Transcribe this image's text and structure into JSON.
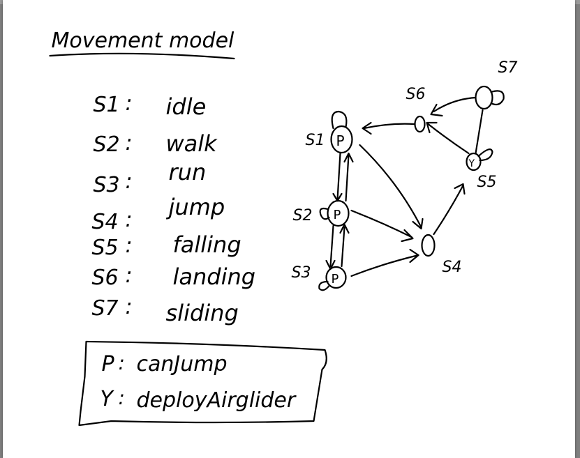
{
  "title": "Movement model",
  "states": [
    {
      "id": "S1",
      "label": "idle"
    },
    {
      "id": "S2",
      "label": "walk"
    },
    {
      "id": "S3",
      "label": "run"
    },
    {
      "id": "S4",
      "label": "jump"
    },
    {
      "id": "S5",
      "label": "falling"
    },
    {
      "id": "S6",
      "label": "landing"
    },
    {
      "id": "S7",
      "label": "sliding"
    }
  ],
  "legend": [
    {
      "symbol": "P",
      "meaning": "canJump"
    },
    {
      "symbol": "Y",
      "meaning": "deployAirglider"
    }
  ],
  "diagram": {
    "nodes": {
      "s1": {
        "name": "S1",
        "mark": "P"
      },
      "s2": {
        "name": "S2",
        "mark": "P"
      },
      "s3": {
        "name": "S3",
        "mark": "P"
      },
      "s4": {
        "name": "S4",
        "mark": ""
      },
      "s5": {
        "name": "S5",
        "mark": "Y"
      },
      "s6": {
        "name": "S6",
        "mark": ""
      },
      "s7": {
        "name": "S7",
        "mark": ""
      }
    }
  },
  "colors": {
    "ink": "#000000",
    "paper": "#ffffff",
    "background": "#7f7f7f"
  }
}
